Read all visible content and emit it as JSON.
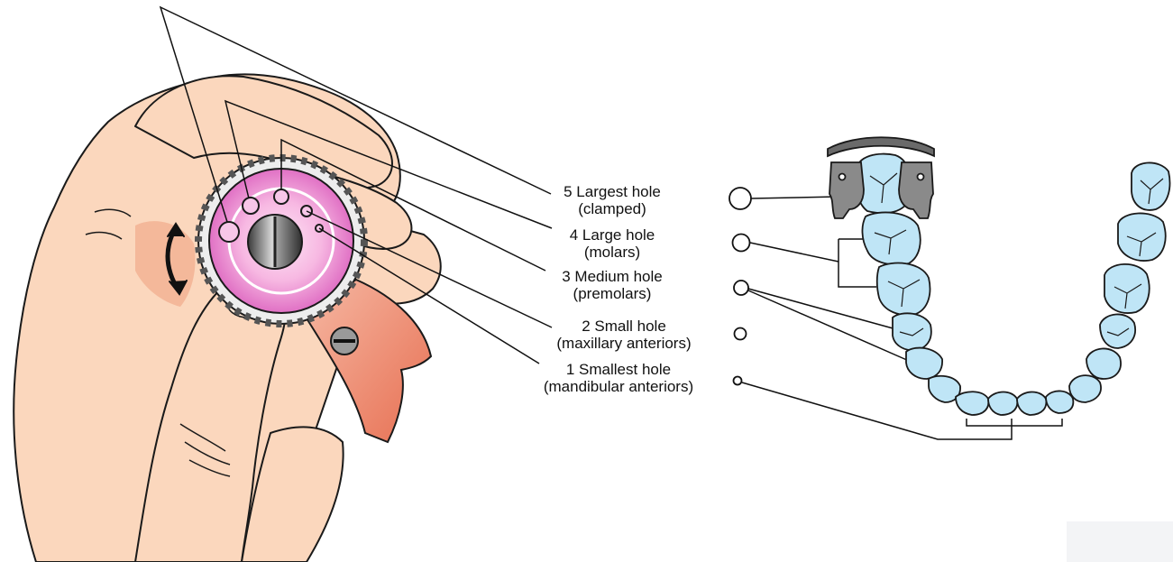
{
  "diagram": {
    "labels": [
      {
        "id": 5,
        "title": "5 Largest hole",
        "detail": "(clamped)"
      },
      {
        "id": 4,
        "title": "4 Large hole",
        "detail": "(molars)"
      },
      {
        "id": 3,
        "title": "3 Medium hole",
        "detail": "(premolars)"
      },
      {
        "id": 2,
        "title": "2 Small hole",
        "detail": "(maxillary anteriors)"
      },
      {
        "id": 1,
        "title": "1 Smallest hole",
        "detail": "(mandibular anteriors)"
      }
    ]
  },
  "colors": {
    "skin": "#fbd7bd",
    "skin_shadow": "#f4b89a",
    "punch_disc": "#f08ad0",
    "punch_center": "#fde6f5",
    "punch_handle": "#ef8a6c",
    "tooth": "#bfe5f6",
    "clamp": "#6a6a6a",
    "line": "#1a1a1a"
  }
}
